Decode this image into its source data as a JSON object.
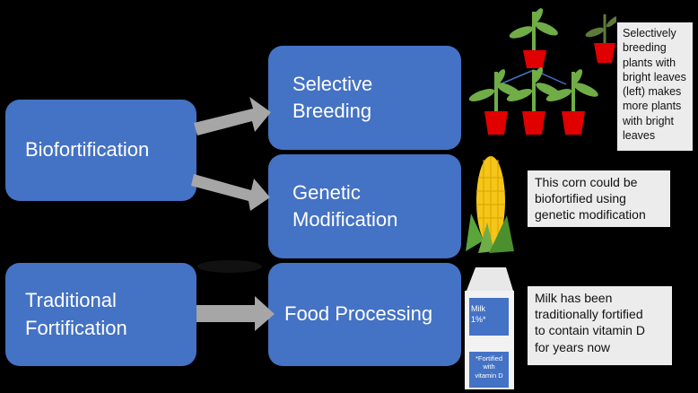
{
  "left_boxes": {
    "biofortification": "Biofortification",
    "traditional_fortification": [
      "Traditional",
      "Fortification"
    ]
  },
  "right_boxes": {
    "selective_breeding": [
      "Selective",
      "Breeding"
    ],
    "genetic_modification": [
      "Genetic",
      "Modification"
    ],
    "food_processing": "Food Processing"
  },
  "notes": {
    "plants": [
      "Selectively",
      "breeding",
      "plants with",
      "bright leaves",
      "(left) makes",
      "more plants",
      "with bright",
      "leaves"
    ],
    "corn": [
      "This corn could be",
      "biofortified using",
      "genetic modification"
    ],
    "milk": [
      "Milk has been",
      "traditionally fortified",
      "to contain vitamin D",
      "for years now"
    ]
  },
  "milk_carton": {
    "top_label": [
      "Milk",
      "1%*"
    ],
    "bottom_label": [
      "*Fortified",
      "with",
      "vitamin D"
    ]
  },
  "colors": {
    "box_blue": "#4472c4",
    "arrow_gray": "#a6a6a6",
    "note_bg": "#ececec",
    "leaf_green": "#70ad47",
    "pot_red": "#e00000"
  }
}
